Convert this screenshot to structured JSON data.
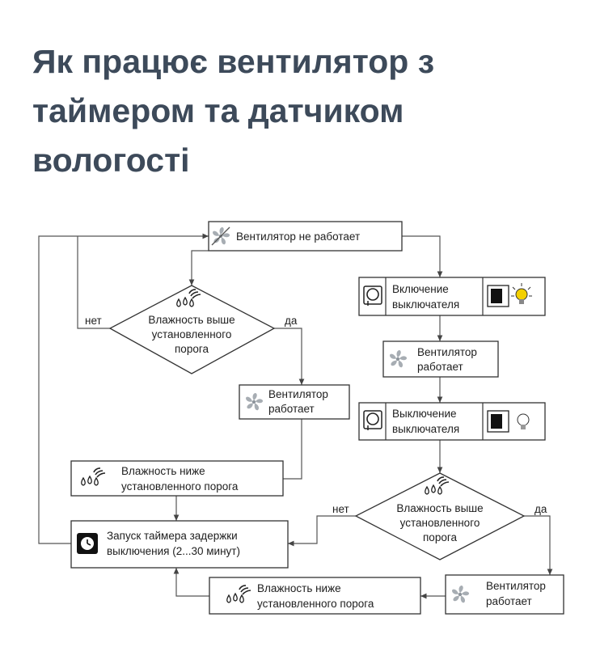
{
  "title": {
    "line1": "Як працює вентилятор з",
    "line2": "таймером та датчиком",
    "line3": "вологості"
  },
  "nodes": {
    "fan_off": "Вентилятор не работает",
    "switch_on": [
      "Включение",
      "выключателя"
    ],
    "fan_on_right": [
      "Вентилятор",
      "работает"
    ],
    "switch_off": [
      "Выключение",
      "выключателя"
    ],
    "decision_left": [
      "Влажность выше",
      "установленного",
      "порога"
    ],
    "fan_on_left": [
      "Вентилятор",
      "работает"
    ],
    "humidity_low_left": [
      "Влажность ниже",
      "установленного порога"
    ],
    "timer": [
      "Запуск таймера задержки",
      "выключения (2...30 минут)"
    ],
    "decision_right": [
      "Влажность выше",
      "установленного",
      "порога"
    ],
    "fan_on_bottom": [
      "Вентилятор",
      "работает"
    ],
    "humidity_low_bottom": [
      "Влажность ниже",
      "установленного порога"
    ]
  },
  "labels": {
    "no": "нет",
    "yes": "да"
  },
  "icons": [
    "fan-off-icon",
    "switch-icon",
    "light-on-icon",
    "light-off-icon",
    "fan-icon",
    "humidity-icon",
    "timer-icon"
  ]
}
